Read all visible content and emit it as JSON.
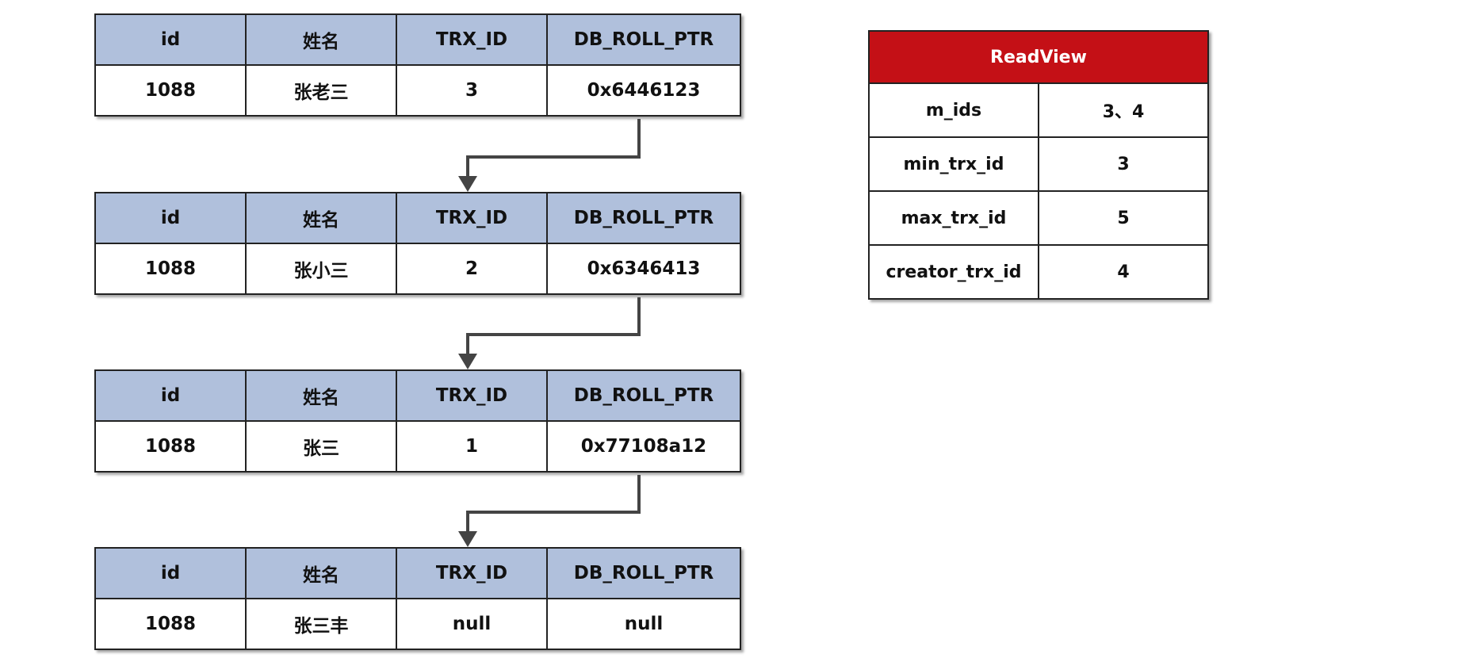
{
  "colors": {
    "header_bg": "#b0c0dc",
    "readview_title_bg": "#c41016",
    "border": "#222222",
    "arrow": "#444444"
  },
  "versions": [
    {
      "headers": [
        "id",
        "姓名",
        "TRX_ID",
        "DB_ROLL_PTR"
      ],
      "values": [
        "1088",
        "张老三",
        "3",
        "0x6446123"
      ]
    },
    {
      "headers": [
        "id",
        "姓名",
        "TRX_ID",
        "DB_ROLL_PTR"
      ],
      "values": [
        "1088",
        "张小三",
        "2",
        "0x6346413"
      ]
    },
    {
      "headers": [
        "id",
        "姓名",
        "TRX_ID",
        "DB_ROLL_PTR"
      ],
      "values": [
        "1088",
        "张三",
        "1",
        "0x77108a12"
      ]
    },
    {
      "headers": [
        "id",
        "姓名",
        "TRX_ID",
        "DB_ROLL_PTR"
      ],
      "values": [
        "1088",
        "张三丰",
        "null",
        "null"
      ]
    }
  ],
  "readview": {
    "title": "ReadView",
    "rows": [
      {
        "key": "m_ids",
        "value": "3、4"
      },
      {
        "key": "min_trx_id",
        "value": "3"
      },
      {
        "key": "max_trx_id",
        "value": "5"
      },
      {
        "key": "creator_trx_id",
        "value": "4"
      }
    ]
  }
}
